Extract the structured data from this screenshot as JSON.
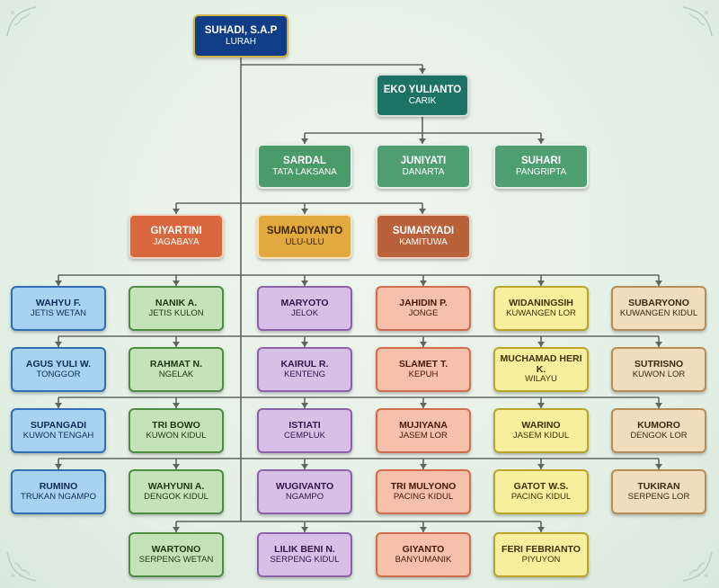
{
  "top": {
    "lurah": {
      "name": "SUHADI, S.A.P",
      "role": "LURAH"
    },
    "carik": {
      "name": "EKO YULIANTO",
      "role": "CARIK"
    }
  },
  "kaur": [
    {
      "name": "SARDAL",
      "role": "TATA LAKSANA"
    },
    {
      "name": "JUNIYATI",
      "role": "DANARTA"
    },
    {
      "name": "SUHARI",
      "role": "PANGRIPTA"
    }
  ],
  "kasi": [
    {
      "name": "GIYARTINI",
      "role": "JAGABAYA"
    },
    {
      "name": "SUMADIYANTO",
      "role": "ULU-ULU"
    },
    {
      "name": "SUMARYADI",
      "role": "KAMITUWA"
    }
  ],
  "dukuh": [
    {
      "name": "WAHYU F.",
      "role": "JETIS WETAN",
      "color": "blue"
    },
    {
      "name": "NANIK A.",
      "role": "JETIS KULON",
      "color": "green"
    },
    {
      "name": "MARYOTO",
      "role": "JELOK",
      "color": "purple"
    },
    {
      "name": "JAHIDIN P.",
      "role": "JONGE",
      "color": "salmon"
    },
    {
      "name": "WIDANINGSIH",
      "role": "KUWANGEN LOR",
      "color": "yellow"
    },
    {
      "name": "SUBARYONO",
      "role": "KUWANGEN KIDUL",
      "color": "tan"
    },
    {
      "name": "AGUS YULI W.",
      "role": "TONGGOR",
      "color": "blue"
    },
    {
      "name": "RAHMAT N.",
      "role": "NGELAK",
      "color": "green"
    },
    {
      "name": "KAIRUL R.",
      "role": "KENTENG",
      "color": "purple"
    },
    {
      "name": "SLAMET T.",
      "role": "KEPUH",
      "color": "salmon"
    },
    {
      "name": "MUCHAMAD HERI K.",
      "role": "WILAYU",
      "color": "yellow"
    },
    {
      "name": "SUTRISNO",
      "role": "KUWON LOR",
      "color": "tan"
    },
    {
      "name": "SUPANGADI",
      "role": "KUWON TENGAH",
      "color": "blue"
    },
    {
      "name": "TRI BOWO",
      "role": "KUWON KIDUL",
      "color": "green"
    },
    {
      "name": "ISTIATI",
      "role": "CEMPLUK",
      "color": "purple"
    },
    {
      "name": "MUJIYANA",
      "role": "JASEM LOR",
      "color": "salmon"
    },
    {
      "name": "WARINO",
      "role": "JASEM KIDUL",
      "color": "yellow"
    },
    {
      "name": "KUMORO",
      "role": "DENGOK LOR",
      "color": "tan"
    },
    {
      "name": "RUMINO",
      "role": "TRUKAN NGAMPO",
      "color": "blue"
    },
    {
      "name": "WAHYUNI A.",
      "role": "DENGOK KIDUL",
      "color": "green"
    },
    {
      "name": "WUGIVANTO",
      "role": "NGAMPO",
      "color": "purple"
    },
    {
      "name": "TRI MULYONO",
      "role": "PACING KIDUL",
      "color": "salmon"
    },
    {
      "name": "GATOT W.S.",
      "role": "PACING KIDUL",
      "color": "yellow"
    },
    {
      "name": "TUKIRAN",
      "role": "SERPENG LOR",
      "color": "tan"
    },
    {
      "name": "WARTONO",
      "role": "SERPENG WETAN",
      "color": "green"
    },
    {
      "name": "LILIK BENI N.",
      "role": "SERPENG KIDUL",
      "color": "purple"
    },
    {
      "name": "GIYANTO",
      "role": "BANYUMANIK",
      "color": "salmon"
    },
    {
      "name": "FERI FEBRIANTO",
      "role": "PIYUYON",
      "color": "yellow"
    }
  ]
}
